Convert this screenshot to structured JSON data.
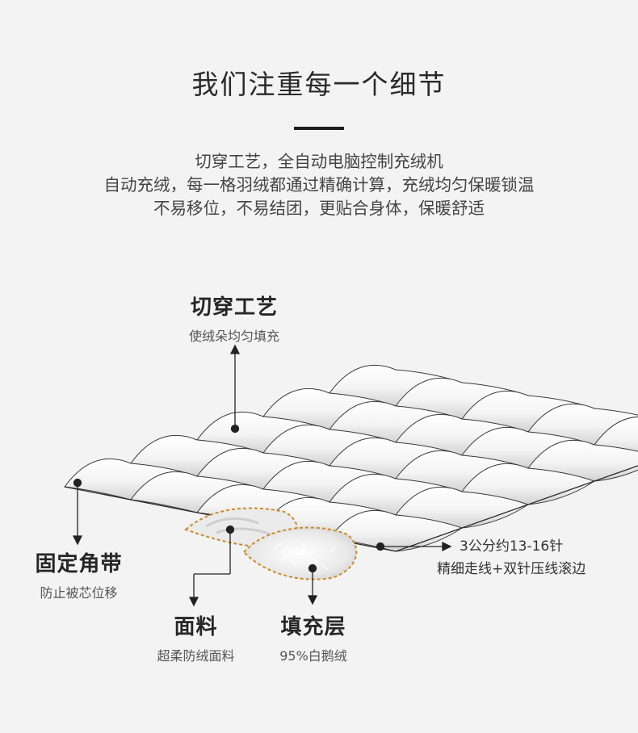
{
  "header": {
    "title": "我们注重每一个细节",
    "intro_lines": [
      "切穿工艺，全自动电脑控制充绒机",
      "自动充绒，每一格羽绒都通过精确计算，充绒均匀保暖锁温",
      "不易移位，不易结团，更贴合身体，保暖舒适"
    ]
  },
  "callouts": {
    "qiechuan": {
      "title": "切穿工艺",
      "sub": "使绒朵均匀填充"
    },
    "gujiao": {
      "title": "固定角带",
      "sub": "防止被芯位移"
    },
    "mianliao": {
      "title": "面料",
      "sub": "超柔防绒面料"
    },
    "tianchong": {
      "title": "填充层",
      "sub": "95%白鹅绒"
    },
    "stitch": {
      "line1": "3公分约13-16针",
      "line2": "精细走线+双针压线滚边"
    }
  },
  "colors": {
    "background": "#f3f3f3",
    "accent_dashed": "#c98a2a",
    "text": "#2b2b2b"
  }
}
